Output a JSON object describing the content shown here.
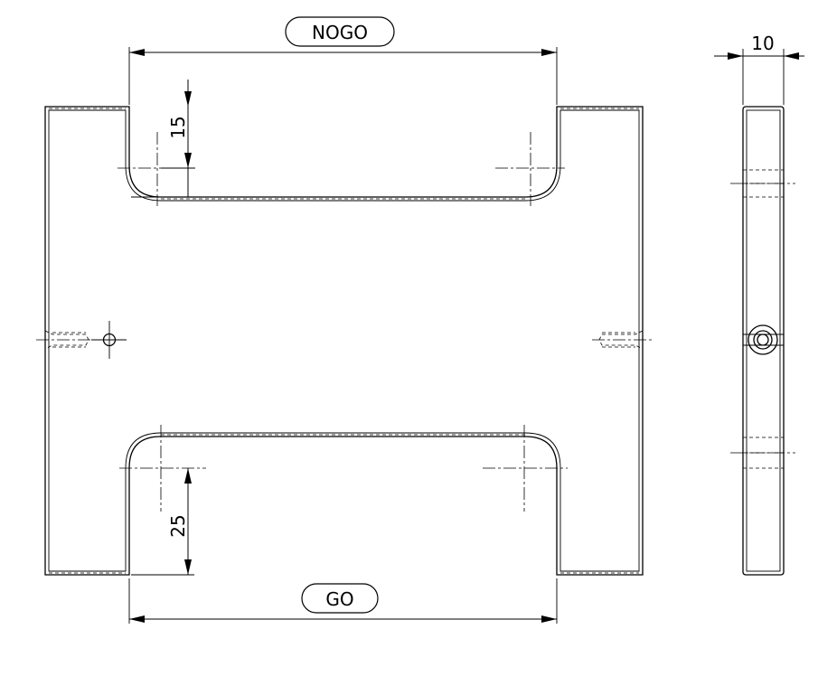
{
  "labels": {
    "nogo": "NOGO",
    "go": "GO"
  },
  "dimensions": {
    "thickness": "10",
    "nogo_depth": "15",
    "go_depth": "25"
  }
}
